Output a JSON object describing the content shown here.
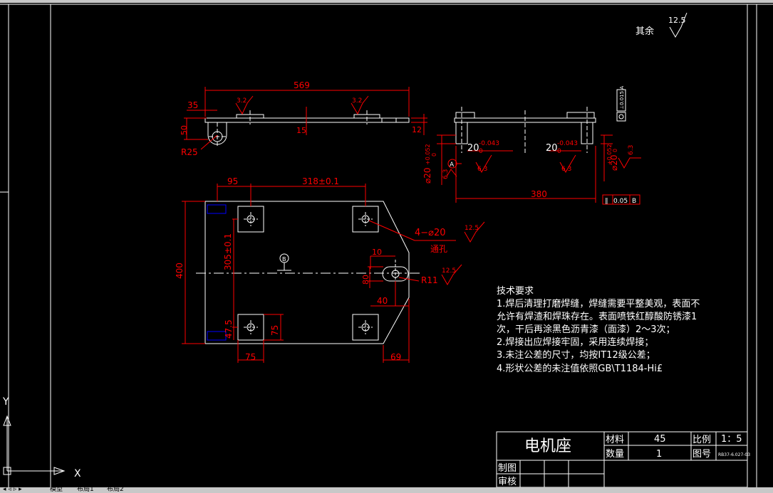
{
  "note_top": {
    "text": "其余",
    "roughness": "12.5"
  },
  "elevation": {
    "dim_length": "569",
    "dim_offset": "35",
    "dim_height": "50",
    "dim_thick": "15",
    "dim_12": "12",
    "radius": "R25",
    "rough1": "3.2",
    "rough2": "3.2"
  },
  "side_view": {
    "dia_left": "⌀20",
    "dia_left_tol": "+0.052",
    "dia_left_tol_lo": "0",
    "dia_right": "⌀20",
    "dia_right_tol": "+0.052",
    "dia_right_tol_lo": "0",
    "shaft1": "20",
    "shaft1_tol": "-0.043",
    "shaft1_tol_lo": "0",
    "shaft2": "20",
    "shaft2_tol": "-0.043",
    "shaft2_tol_lo": "0",
    "rough_63": "6.3",
    "span": "380",
    "datum_a": "A",
    "tol_parallel": "0.05",
    "tol_ref": "B",
    "frame_a": "⊥0.015 A",
    "frame_box": "◎"
  },
  "plan": {
    "dim_95": "95",
    "dim_318": "318±0.1",
    "dim_400": "400",
    "dim_305": "305±0.1",
    "dim_475": "47.5",
    "dim_75v": "75",
    "dim_75h": "75",
    "dim_69": "69",
    "dim_10": "10",
    "dim_80": "80",
    "dim_40": "40",
    "radius": "R11",
    "holes": "4−⌀20",
    "holes_note": "通孔",
    "rough_a": "12.5",
    "rough_b": "12.5",
    "datum_b": "B"
  },
  "tech": {
    "title": "技术要求",
    "lines": [
      "1.焊后清理打磨焊缝，焊缝需要平整美观，表面不",
      "允许有焊渣和焊珠存在。表面喷铁红醇酸防锈漆1",
      "次，干后再涂黑色沥青漆（面漆）2～3次；",
      "2.焊接出应焊接牢固，采用连续焊接；",
      "3.未注公差的尺寸，均按IT12级公差；",
      "4.形状公差的未注值依照GB\\T1184-Hi£"
    ]
  },
  "title_block": {
    "name": "电机座",
    "material_label": "材料",
    "material": "45",
    "scale_label": "比例",
    "scale": "1：5",
    "qty_label": "数量",
    "qty": "1",
    "drawing_no_label": "图号",
    "drawing_no": "RB37-6.027-03",
    "drawn_label": "制图",
    "checked_label": "审核"
  },
  "ucs": {
    "x": "X",
    "y": "Y"
  },
  "tabs": [
    "模型",
    "布局1",
    "布局2"
  ],
  "colors": {
    "bg": "#000000",
    "line": "#ffffff",
    "dim": "#ff0000",
    "blue": "#0000ff",
    "frame": "#ffffff"
  }
}
